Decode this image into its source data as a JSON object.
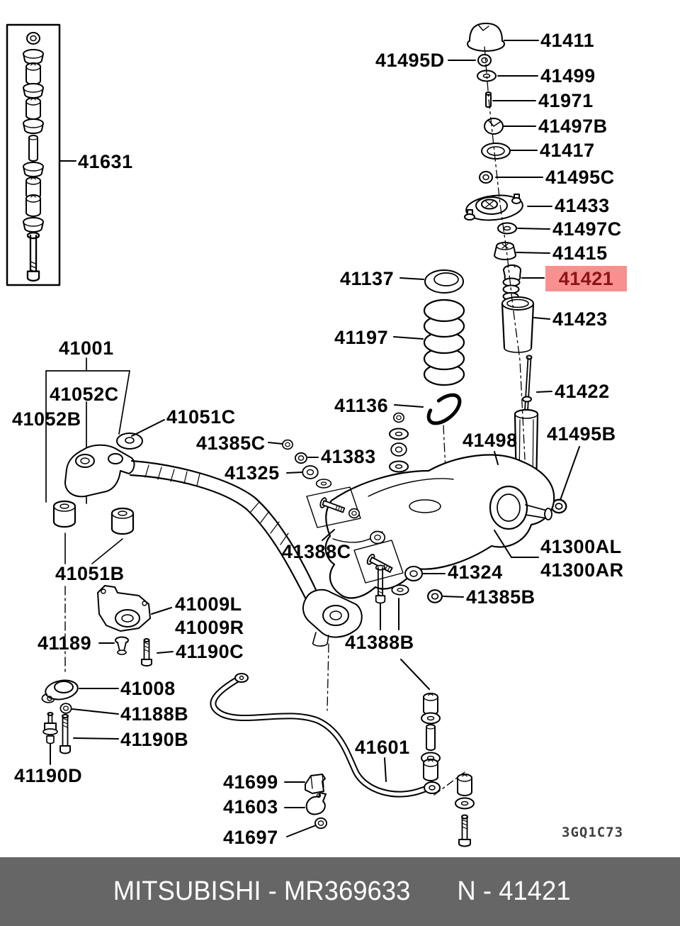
{
  "colors": {
    "highlight_bg": "#f98f8f",
    "highlight_fg": "#8a1519",
    "footer_bg": "#666666",
    "footer_fg": "#ffffff",
    "code_fg": "#3f3f3f",
    "line": "#000000"
  },
  "diagram": {
    "code": "3GQ1C73",
    "highlighted_part": "41421",
    "labels": {
      "41631": "41631",
      "41411": "41411",
      "41495D": "41495D",
      "41499": "41499",
      "41971": "41971",
      "41497B": "41497B",
      "41417": "41417",
      "41495C": "41495C",
      "41433": "41433",
      "41497C": "41497C",
      "41415": "41415",
      "41421": "41421",
      "41423": "41423",
      "41422": "41422",
      "41495B": "41495B",
      "41498": "41498",
      "41137": "41137",
      "41197": "41197",
      "41136": "41136",
      "41001": "41001",
      "41052C": "41052C",
      "41052B": "41052B",
      "41051C": "41051C",
      "41385C": "41385C",
      "41383": "41383",
      "41325": "41325",
      "41051B": "41051B",
      "41009L": "41009L",
      "41009R": "41009R",
      "41189": "41189",
      "41190C": "41190C",
      "41008": "41008",
      "41188B": "41188B",
      "41190B": "41190B",
      "41190D": "41190D",
      "41388C": "41388C",
      "41324": "41324",
      "41385B": "41385B",
      "41300AL": "41300AL",
      "41300AR": "41300AR",
      "41388B": "41388B",
      "41601": "41601",
      "41699": "41699",
      "41603": "41603",
      "41697": "41697"
    }
  },
  "footer": {
    "left": "MITSUBISHI - MR369633",
    "right": "N - 41421"
  }
}
